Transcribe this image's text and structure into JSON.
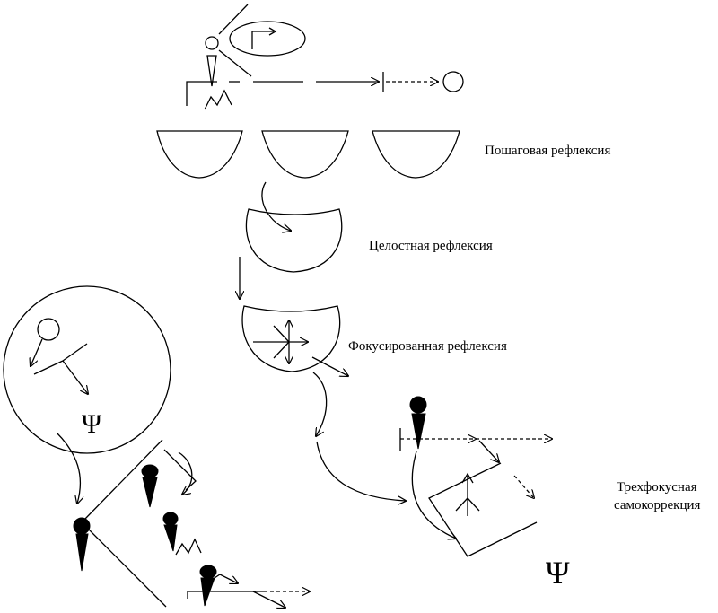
{
  "labels": {
    "stepwise": "Пошаговая рефлексия",
    "holistic": "Целостная рефлексия",
    "focused": "Фокусированная рефлексия",
    "three_focus_line1": "Трехфокусная",
    "three_focus_line2": "самокоррекция"
  },
  "symbols": {
    "psi": "Ψ"
  },
  "colors": {
    "ink": "#000000",
    "background": "#ffffff"
  }
}
